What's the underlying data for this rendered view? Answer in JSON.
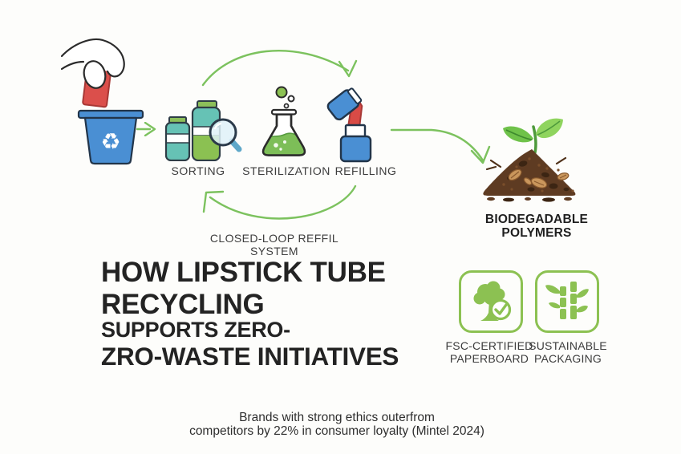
{
  "process_flow": {
    "input_icon": "hand-dropping-lipstick-into-recycling-bin",
    "steps": [
      {
        "label": "SORTING",
        "icon": "bottles-magnifier-icon"
      },
      {
        "label": "STERILIZATION",
        "icon": "flask-icon"
      },
      {
        "label": "REFILLING",
        "icon": "lipstick-icon"
      }
    ],
    "loop_caption": "CLOSED-LOOP REFFIL SYSTEM",
    "output": {
      "line1": "BIODEGADABLE",
      "line2": "POLYMERS",
      "icon": "compost-sprout-icon"
    }
  },
  "title": {
    "line1": "HOW LIPSTICK TUBE",
    "line2": "RECYCLING",
    "line3": "SUPPORTS ZERO-",
    "line4": "ZRO-WASTE INITIATIVES"
  },
  "badges": [
    {
      "icon": "tree-check-icon",
      "line1": "FSC-CERTIFIED",
      "line2": "PAPERBOARD"
    },
    {
      "icon": "bamboo-icon",
      "line1": "SUSTAINABLE",
      "line2": "PACKAGING"
    }
  ],
  "footnote": {
    "line1": "Brands with strong ethics outerfrom",
    "line2": "competitors by 22% in consumer loyalty (Mintel 2024)"
  },
  "colors": {
    "arrow_green": "#7CC25E",
    "badge_green": "#8CC152",
    "bin_blue": "#4A8FD3",
    "lipstick_red": "#DB4F4B",
    "teal": "#66C2B5",
    "bottle_green": "#8BC152",
    "flask_liquid_green": "#7DBE58",
    "compost_brown": "#5E3B22",
    "text_dark": "#2D2D2D"
  }
}
